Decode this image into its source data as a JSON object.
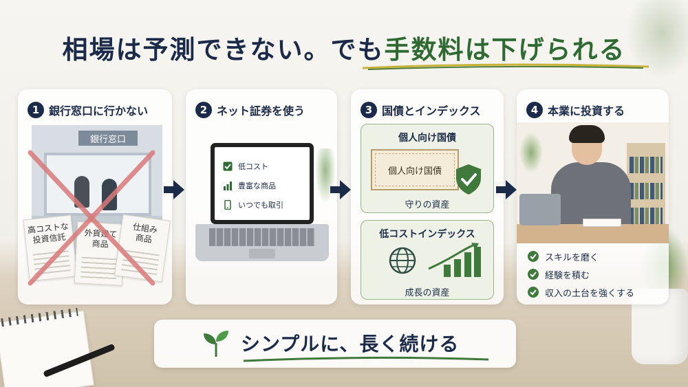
{
  "title": {
    "part1": "相場は予測できない。でも",
    "highlight": "手数料は下げられる"
  },
  "cards": [
    {
      "num": "1",
      "heading": "銀行窓口に行かない",
      "bank_sign": "銀行窓口",
      "docs": [
        "高コストな\n投資信託",
        "外貨建て\n商品",
        "仕組み\n商品"
      ]
    },
    {
      "num": "2",
      "heading": "ネット証券を使う",
      "features": [
        {
          "icon": "check-square-icon",
          "label": "低コスト"
        },
        {
          "icon": "bar-chart-icon",
          "label": "豊富な商品"
        },
        {
          "icon": "smartphone-icon",
          "label": "いつでも取引"
        }
      ]
    },
    {
      "num": "3",
      "heading": "国債とインデックス",
      "box1": {
        "title": "個人向け国債",
        "bond_text": "個人向け国債",
        "sub": "守りの資産"
      },
      "box2": {
        "title": "低コストインデックス",
        "sub": "成長の資産"
      }
    },
    {
      "num": "4",
      "heading": "本業に投資する",
      "checks": [
        "スキルを磨く",
        "経験を積む",
        "収入の土台を強くする"
      ]
    }
  ],
  "bottom": {
    "text": "シンプルに、長く続ける"
  },
  "colors": {
    "navy": "#1b2a48",
    "green": "#2f6a32",
    "accent_underline": "#c9b23a"
  }
}
